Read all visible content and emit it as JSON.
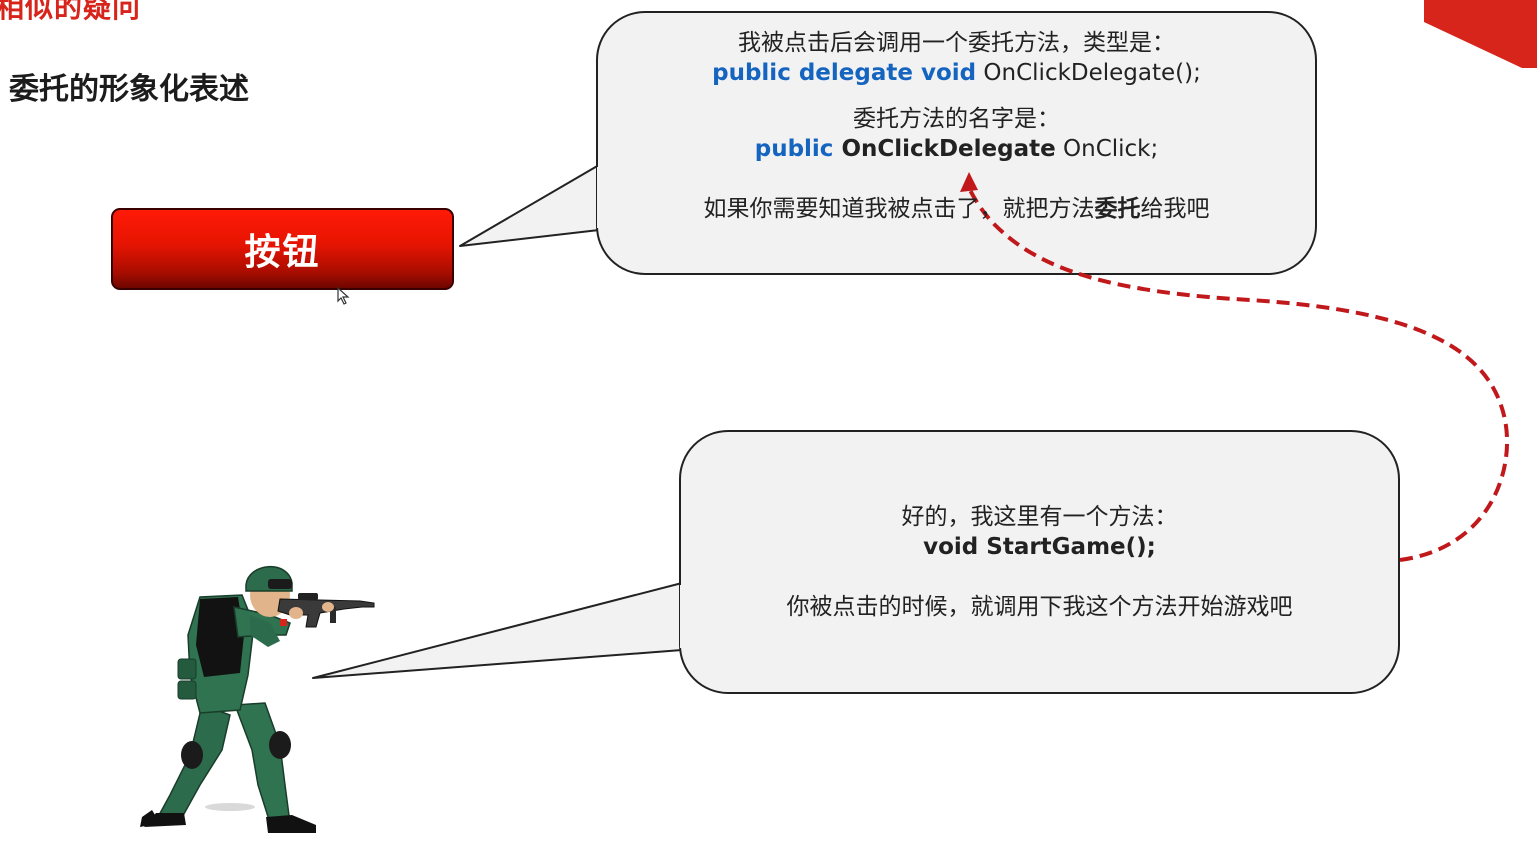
{
  "slide": {
    "top_title": "相似的疑问",
    "subtitle": "委托的形象化表述"
  },
  "button": {
    "label": "按钮"
  },
  "bubble_top": {
    "line1": "我被点击后会调用一个委托方法，类型是：",
    "line2_kw": "public delegate void",
    "line2_rest": " OnClickDelegate();",
    "line3": "委托方法的名字是：",
    "line4_kw": "public",
    "line4_bold": " OnClickDelegate",
    "line4_rest": " OnClick;",
    "line5_pre": "如果你需要知道我被点击了，就把方法",
    "line5_bold": "委托",
    "line5_post": "给我吧"
  },
  "bubble_bottom": {
    "line1": "好的，我这里有一个方法：",
    "line2": "void StartGame();",
    "line3": "你被点击的时候，就调用下我这个方法开始游戏吧"
  },
  "colors": {
    "accent_red": "#d7251c",
    "keyword_blue": "#1565c0",
    "arrow_red": "#c0181b",
    "bubble_fill": "#f2f2f2"
  },
  "icons": {
    "cursor": "mouse-pointer-icon",
    "soldier": "soldier-with-rifle-illustration"
  }
}
